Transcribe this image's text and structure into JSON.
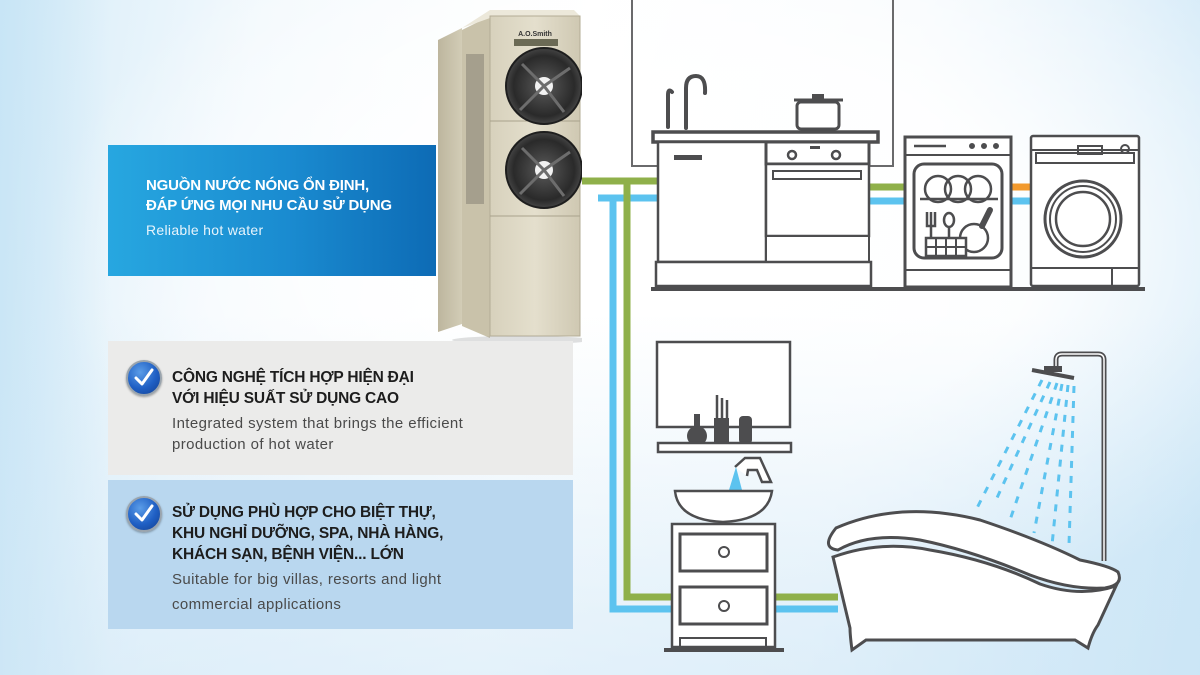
{
  "features": [
    {
      "title_lines": [
        "NGUỒN NƯỚC NÓNG ỔN ĐỊNH,",
        "ĐÁP ỨNG MỌI NHU CẦU SỬ DỤNG"
      ],
      "subtitle_lines": [
        "Reliable hot water"
      ],
      "style": "blue-banner"
    },
    {
      "icon": "checkmark-badge-icon",
      "title_lines": [
        "CÔNG NGHỆ TÍCH HỢP HIỆN ĐẠI",
        "VỚI HIỆU SUẤT SỬ DỤNG CAO"
      ],
      "subtitle_lines": [
        "Integrated system that brings the efficient",
        "production of hot water"
      ],
      "style": "grey-card"
    },
    {
      "icon": "checkmark-badge-icon",
      "title_lines": [
        "SỬ DỤNG PHÙ HỢP CHO BIỆT THỰ,",
        "KHU NGHỈ DƯỠNG, SPA, NHÀ HÀNG,",
        "KHÁCH SẠN, BỆNH VIỆN... LỚN"
      ],
      "subtitle_lines": [
        "Suitable for big villas, resorts and light",
        "commercial applications"
      ],
      "style": "light-blue-card"
    }
  ],
  "product": {
    "brand_label": "A.O.Smith",
    "image": "heat-pump-unit-with-two-fans"
  },
  "illustration": {
    "fixtures": [
      "kitchen-sink-and-stove",
      "dishwasher",
      "washing-machine",
      "bathroom-vanity-with-mirror",
      "bathtub-with-shower"
    ],
    "pipes": {
      "hot_water_color": "#8fb04a",
      "cold_water_color": "#5cc3ef",
      "washer_hot_color": "#f29a2e"
    },
    "line_color": "#4d4d4f"
  },
  "colors": {
    "blue_banner_start": "#27a7e0",
    "blue_banner_end": "#0d6bb5",
    "grey_card": "#ebebea",
    "light_blue_card": "#b9d7ef"
  }
}
